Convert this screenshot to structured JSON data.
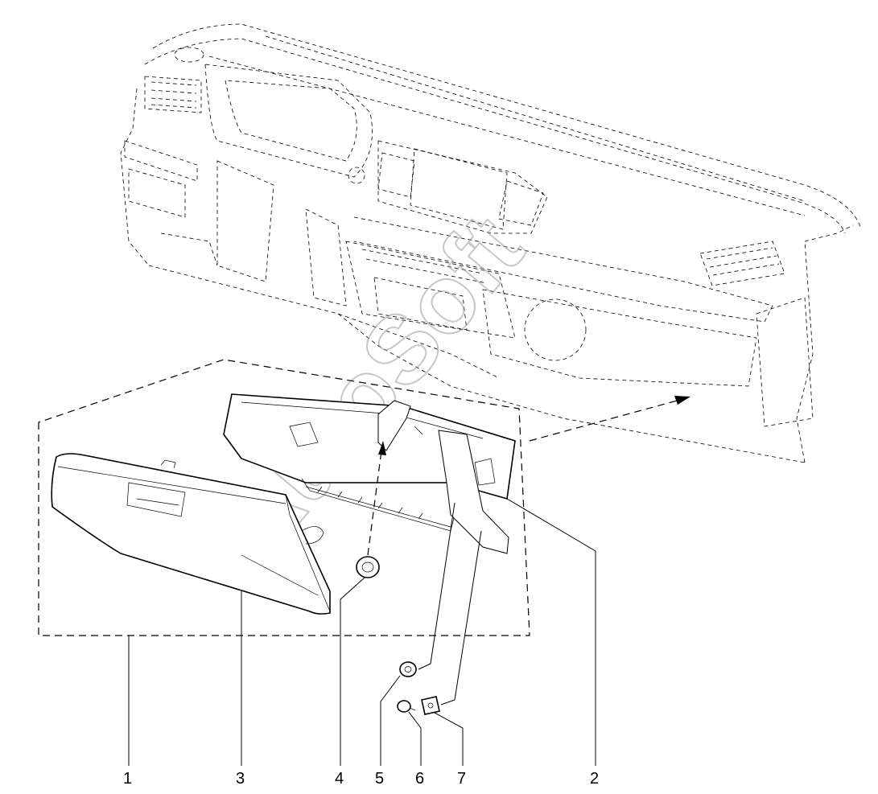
{
  "diagram": {
    "watermark": "AutoSoft",
    "callouts": [
      {
        "id": "1",
        "label": "1"
      },
      {
        "id": "2",
        "label": "2"
      },
      {
        "id": "3",
        "label": "3"
      },
      {
        "id": "4",
        "label": "4"
      },
      {
        "id": "5",
        "label": "5"
      },
      {
        "id": "6",
        "label": "6"
      },
      {
        "id": "7",
        "label": "7"
      }
    ]
  }
}
